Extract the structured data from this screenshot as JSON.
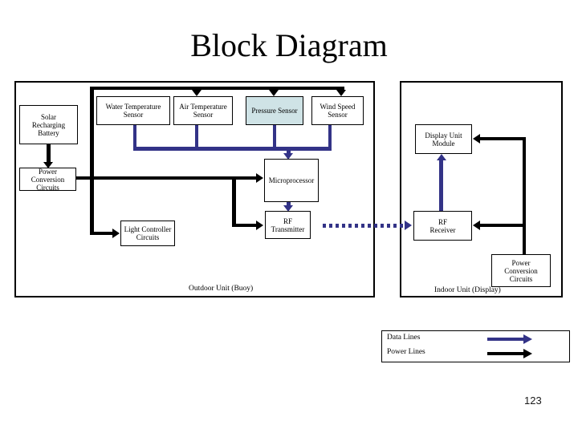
{
  "title": "Block Diagram",
  "page_number": "123",
  "colors": {
    "data_line": "#333387",
    "power_line": "#000000",
    "pressure_sensor_fill": "#cfe3e6"
  },
  "outdoor_unit": {
    "label": "Outdoor Unit (Buoy)",
    "solar_battery": "Solar\nRecharging\nBattery",
    "water_temp_sensor": "Water Temperature\nSensor",
    "air_temp_sensor": "Air Temperature\nSensor",
    "pressure_sensor": "Pressure Sensor",
    "wind_speed_sensor": "Wind Speed\nSensor",
    "power_conversion": "Power\nConversion\nCircuits",
    "microprocessor": "Microprocessor",
    "light_controller": "Light Controller\nCircuits",
    "rf_transmitter": "RF\nTransmitter"
  },
  "indoor_unit": {
    "label": "Indoor Unit (Display)",
    "display_module": "Display Unit\nModule",
    "rf_receiver": "RF\nReceiver",
    "power_conversion": "Power\nConversion\nCircuits"
  },
  "legend": {
    "data_lines": "Data Lines",
    "power_lines": "Power Lines"
  }
}
